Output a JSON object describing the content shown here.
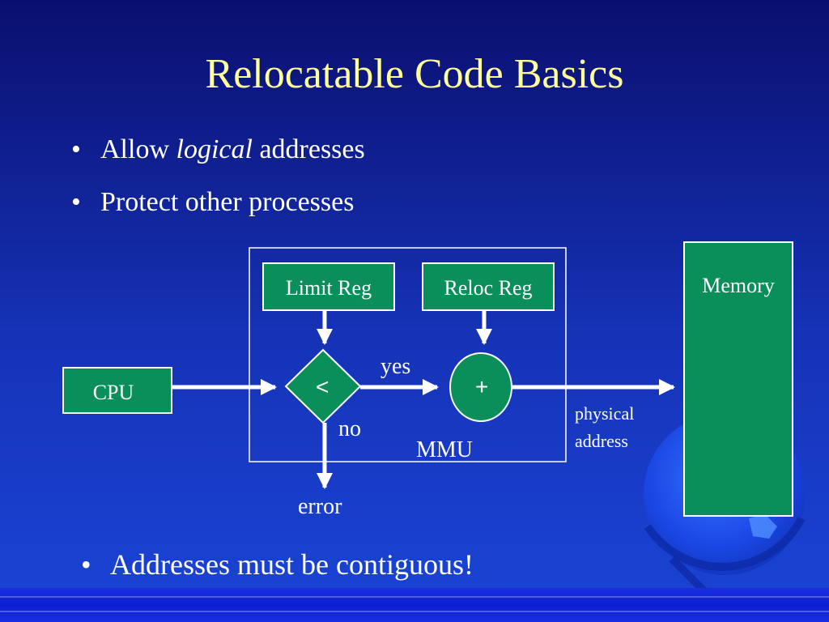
{
  "slide": {
    "title": "Relocatable Code Basics",
    "bullets": [
      {
        "before": "Allow ",
        "emphasis": "logical",
        "after": " addresses"
      },
      {
        "text": "Protect other processes"
      }
    ],
    "bottom_bullet": "Addresses must be contiguous!",
    "bullet_symbol": "•"
  },
  "diagram": {
    "cpu": "CPU",
    "limit_reg": "Limit Reg",
    "reloc_reg": "Reloc Reg",
    "compare_symbol": "<",
    "add_symbol": "+",
    "yes_label": "yes",
    "no_label": "no",
    "mmu_label": "MMU",
    "error_label": "error",
    "physical_label": "physical",
    "address_label": "address",
    "memory_label": "Memory"
  },
  "colors": {
    "title": "#ffff99",
    "box_fill": "#0a8f5a",
    "line": "#ffffff"
  },
  "icons": [
    "globe-icon"
  ]
}
